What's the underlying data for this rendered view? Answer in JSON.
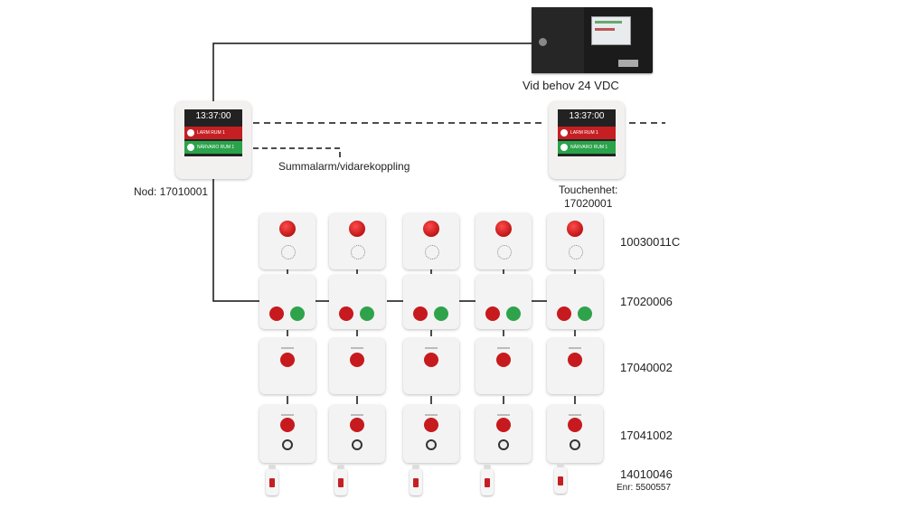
{
  "power": {
    "caption": "Vid behov 24 VDC"
  },
  "node": {
    "label": "Nod: 17010001",
    "screen": {
      "time": "13:37:00",
      "alarm": "LARM RUM 1",
      "presence": "NÄRVARO RUM 1"
    }
  },
  "touch_unit": {
    "label_line1": "Touchenhet:",
    "label_line2": "17020001",
    "screen": {
      "time": "13:37:00",
      "alarm": "LARM RUM 1",
      "presence": "NÄRVARO RUM 1"
    }
  },
  "summary_alarm": "Summalarm/vidarekoppling",
  "rows": [
    {
      "article": "10030011C"
    },
    {
      "article": "17020006"
    },
    {
      "article": "17040002"
    },
    {
      "article": "17041002"
    },
    {
      "article": "14010046",
      "note": "Enr: 5500557"
    }
  ]
}
